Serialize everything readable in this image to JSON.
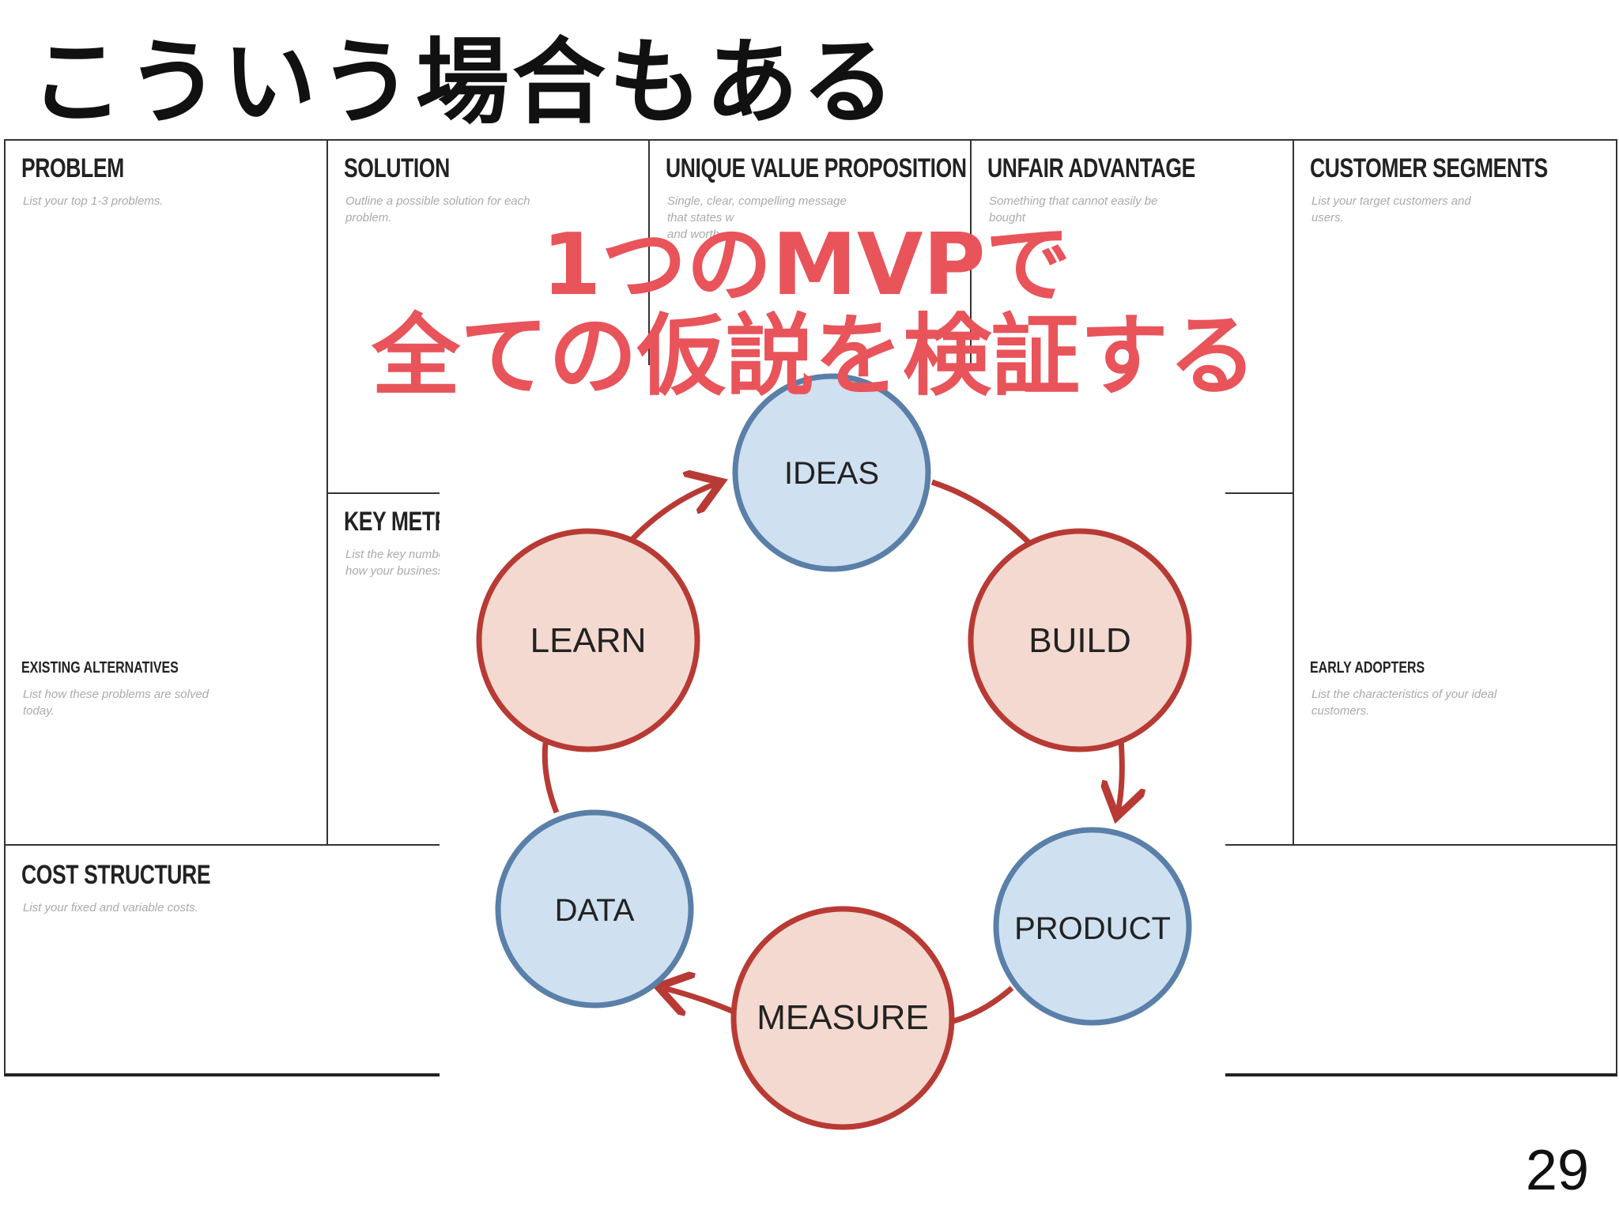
{
  "slide": {
    "title": "こういう場合もある",
    "caption_line1": "1つのMVPで",
    "caption_line2": "全ての仮説を検証する",
    "page_number": "29"
  },
  "canvas": {
    "problem": {
      "title": "PROBLEM",
      "hint": "List your top 1-3 problems."
    },
    "existing_alternatives": {
      "title": "EXISTING ALTERNATIVES",
      "hint": "List how these problems are solved\ntoday."
    },
    "solution": {
      "title": "SOLUTION",
      "hint": "Outline a possible solution for each\nproblem."
    },
    "key_metrics": {
      "title": "KEY METR",
      "hint": "List the key numbe\nhow your business"
    },
    "uvp": {
      "title": "UNIQUE VALUE PROPOSITION",
      "hint": "Single, clear, compelling message\nthat states w\nand worth"
    },
    "unfair_advantage": {
      "title": "UNFAIR ADVANTAGE",
      "hint": "Something that cannot easily be\nbought"
    },
    "customer_segments": {
      "title": "CUSTOMER SEGMENTS",
      "hint": "List your target customers and\nusers."
    },
    "early_adopters": {
      "title": "EARLY ADOPTERS",
      "hint": "List the characteristics of your ideal\ncustomers."
    },
    "cost_structure": {
      "title": "COST STRUCTURE",
      "hint": "List your fixed and variable costs."
    }
  },
  "cycle": {
    "ideas": "IDEAS",
    "build": "BUILD",
    "product": "PRODUCT",
    "measure": "MEASURE",
    "data": "DATA",
    "learn": "LEARN"
  },
  "colors": {
    "caption": "#e8545a",
    "blue_fill": "#cfe0f0",
    "blue_stroke": "#5a7fa8",
    "red_fill": "#f3d9d0",
    "red_stroke": "#b83a34"
  }
}
